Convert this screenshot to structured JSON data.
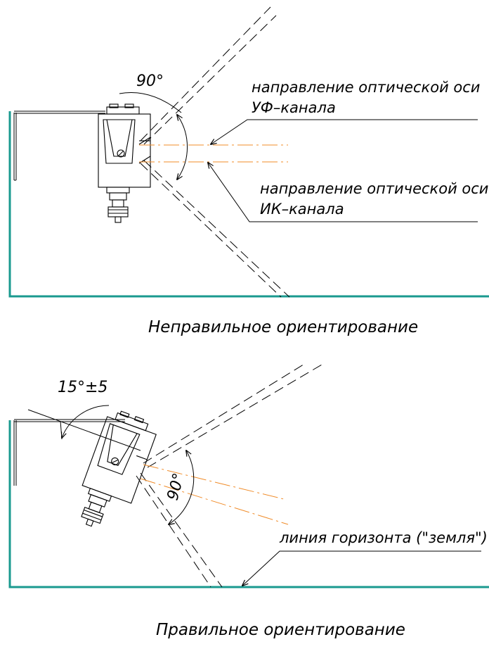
{
  "colors": {
    "wall": "#1a9a8f",
    "beam": "#f08c2a",
    "line": "#000000"
  },
  "top_figure": {
    "angle_label": "90°",
    "uv_label_line1": "направление оптической оси",
    "uv_label_line2": "УФ–канала",
    "ir_label_line1": "направление оптической оси",
    "ir_label_line2": "ИК–канала",
    "caption": "Неправильное ориентирование"
  },
  "bottom_figure": {
    "tilt_label": "15°±5",
    "angle_label": "90°",
    "horizon_label": "линия горизонта (\"земля\")",
    "caption": "Правильное ориентирование"
  }
}
